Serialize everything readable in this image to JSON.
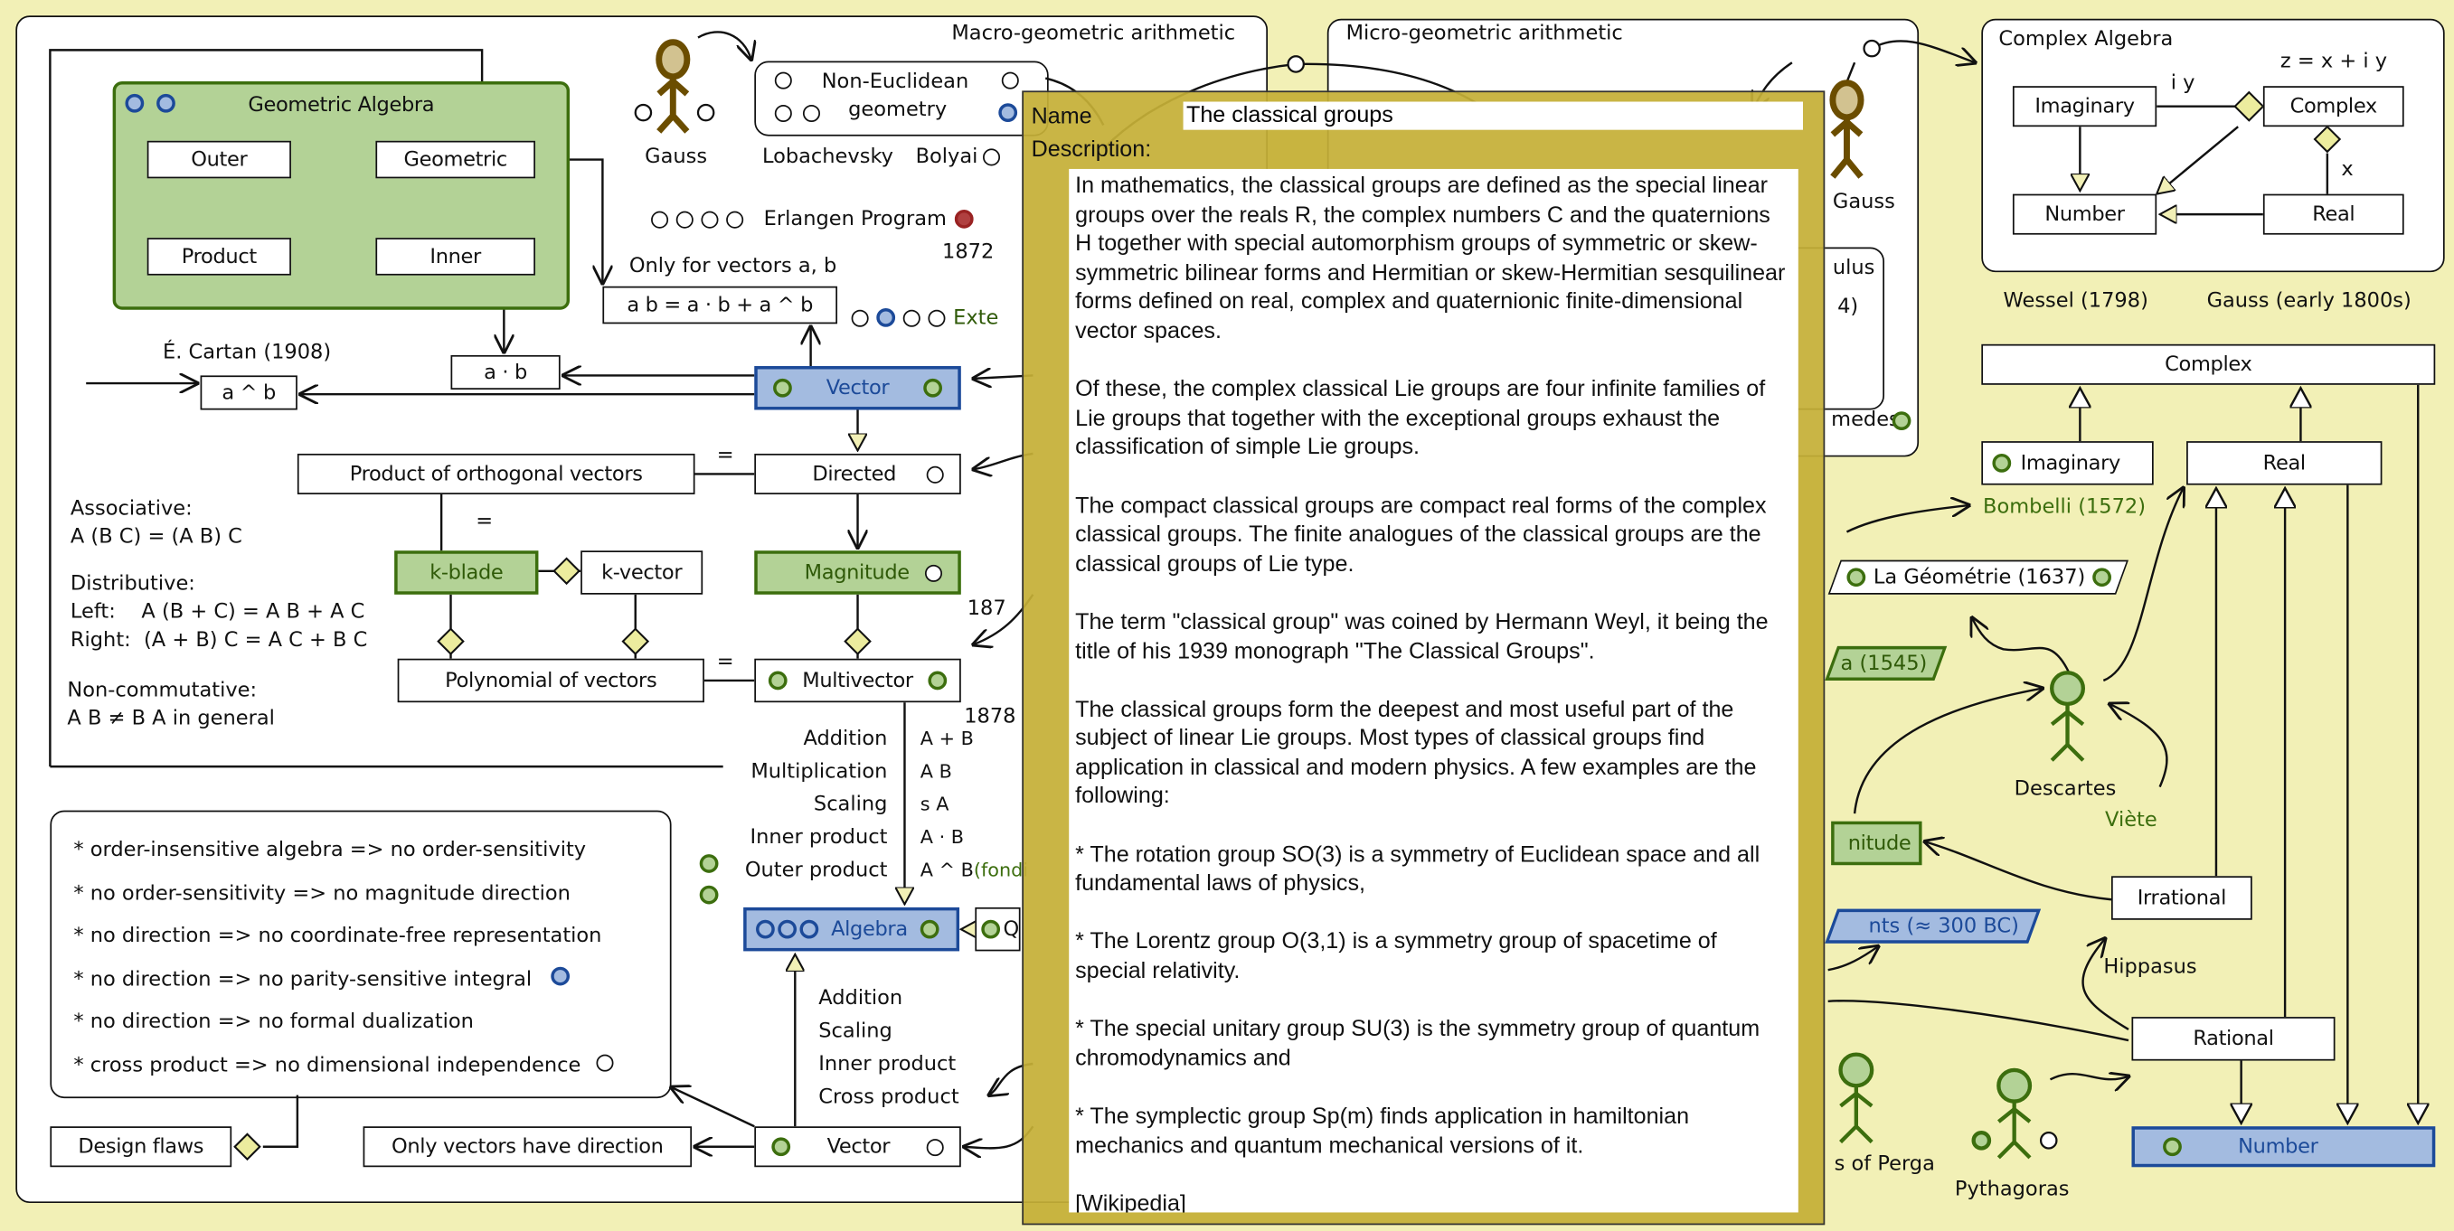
{
  "macro": {
    "title": "Macro-geometric arithmetic",
    "gauss": "Gauss",
    "non_euclidean_1": "Non-Euclidean",
    "non_euclidean_2": "geometry",
    "lobachevsky": "Lobachevsky",
    "bolyai": "Bolyai",
    "erlangen": "Erlangen Program",
    "year_1872": "1872",
    "year_1878": "1878",
    "year_187": "187",
    "extension_partial": "Exte",
    "geometric_algebra": {
      "title": "Geometric Algebra",
      "outer": "Outer",
      "geometric": "Geometric",
      "product": "Product",
      "inner": "Inner"
    },
    "only_vectors_ab": "Only for vectors a, b",
    "geometric_product_formula": "a b = a · b + a ^ b",
    "cartan": "É. Cartan (1908)",
    "wedge_ab": "a ^ b",
    "dot_ab": "a · b",
    "vector": "Vector",
    "product_orthogonal": "Product of orthogonal  vectors",
    "equals": "=",
    "directed": "Directed",
    "k_blade": "k-blade",
    "k_vector": "k-vector",
    "magnitude": "Magnitude",
    "polynomial": "Polynomial of vectors",
    "multivector": "Multivector",
    "laws": {
      "associative": "Associative:",
      "associative_eq": "A (B C) = (A B) C",
      "distributive": "Distributive:",
      "left": "Left:    A (B + C) = A B + A C",
      "right": "Right:  (A + B) C = A C + B C",
      "noncommutative": "Non-commutative:",
      "noncommutative_eq": "A B ≠ B A in general"
    },
    "multivector_ops": [
      {
        "name": "Addition",
        "expr": "A + B"
      },
      {
        "name": "Multiplication",
        "expr": "A B"
      },
      {
        "name": "Scaling",
        "expr": "s A"
      },
      {
        "name": "Inner product",
        "expr": "A · B"
      },
      {
        "name": "Outer product",
        "expr": "A ^ B",
        "note": "(fondi"
      }
    ],
    "algebra": "Algebra",
    "algebra_neighbor_partial": "Q",
    "vector_ops": [
      "Addition",
      "Scaling",
      "Inner product",
      "Cross product"
    ],
    "flaws": [
      "* order-insensitive algebra => no order-sensitivity",
      "* no order-sensitivity => no magnitude direction",
      "* no direction => no coordinate-free representation",
      "* no direction => no parity-sensitive integral",
      "* no direction => no formal dualization",
      "* cross product => no dimensional independence"
    ],
    "design_flaws": "Design flaws",
    "only_vectors_direction": "Only vectors have direction",
    "vector_bottom": "Vector"
  },
  "micro": {
    "title": "Micro-geometric arithmetic",
    "gauss": "Gauss",
    "calculus_partial": "ulus",
    "year_partial": "4)",
    "archimedes_partial": "medes"
  },
  "complex_algebra": {
    "title": "Complex Algebra",
    "formula": "z = x + i y",
    "iy": "i y",
    "x": "x",
    "imaginary": "Imaginary",
    "complex": "Complex",
    "number": "Number",
    "real": "Real"
  },
  "history": {
    "wessel": "Wessel (1798)",
    "gauss_early": "Gauss (early 1800s)",
    "complex": "Complex",
    "imaginary": "Imaginary",
    "real": "Real",
    "bombelli": "Bombelli (1572)",
    "la_geometrie": "La Géométrie (1637)",
    "ars_magna_partial": "a (1545)",
    "descartes": "Descartes",
    "viete": "Viète",
    "magnitude_partial": "nitude",
    "irrational": "Irrational",
    "elements_partial": "nts (≈ 300 BC)",
    "hippasus": "Hippasus",
    "rational": "Rational",
    "number": "Number",
    "apollonius_partial": "s of Perga",
    "pythagoras": "Pythagoras"
  },
  "dialog": {
    "name_label": "Name",
    "name_value": "The classical groups",
    "description_label": "Description:",
    "paragraphs": [
      "In mathematics, the classical groups are defined as the special linear groups over the reals R, the complex numbers C and the quaternions H together with special  automorphism groups of symmetric or skew-symmetric bilinear forms and Hermitian or skew-Hermitian sesquilinear forms defined on real, complex and quaternionic finite-dimensional vector spaces.",
      "Of these, the complex classical Lie groups are four infinite families of Lie groups that together with the exceptional groups exhaust the classification of simple Lie groups.",
      "The compact classical groups are compact real forms of the complex classical groups. The finite analogues of the classical groups are the classical groups of Lie type.",
      "The term \"classical group\" was coined by Hermann Weyl, it being the title of his 1939 monograph \"The Classical Groups\".",
      "The classical groups form the deepest and most useful part of the subject of linear Lie groups. Most types of classical groups find application in classical and modern physics. A few examples are the following:",
      "*  The rotation group SO(3) is a symmetry of Euclidean space and all fundamental laws of physics,",
      "*  The Lorentz group O(3,1) is a symmetry group of spacetime of special relativity.",
      "*  The special unitary group SU(3) is the symmetry group of quantum chromodynamics and",
      "*  The symplectic group Sp(m) finds application in hamiltonian mechanics and quantum mechanical versions of it.",
      "[Wikipedia]"
    ]
  },
  "colors": {
    "background": "#f2f0b6",
    "green_fill": "#b3d296",
    "green_border": "#3c6e0e",
    "blue_fill": "#a3bbe0",
    "blue_border": "#1c4a99",
    "dialog": "#c5af37",
    "person_brown": "#6b4d00"
  }
}
